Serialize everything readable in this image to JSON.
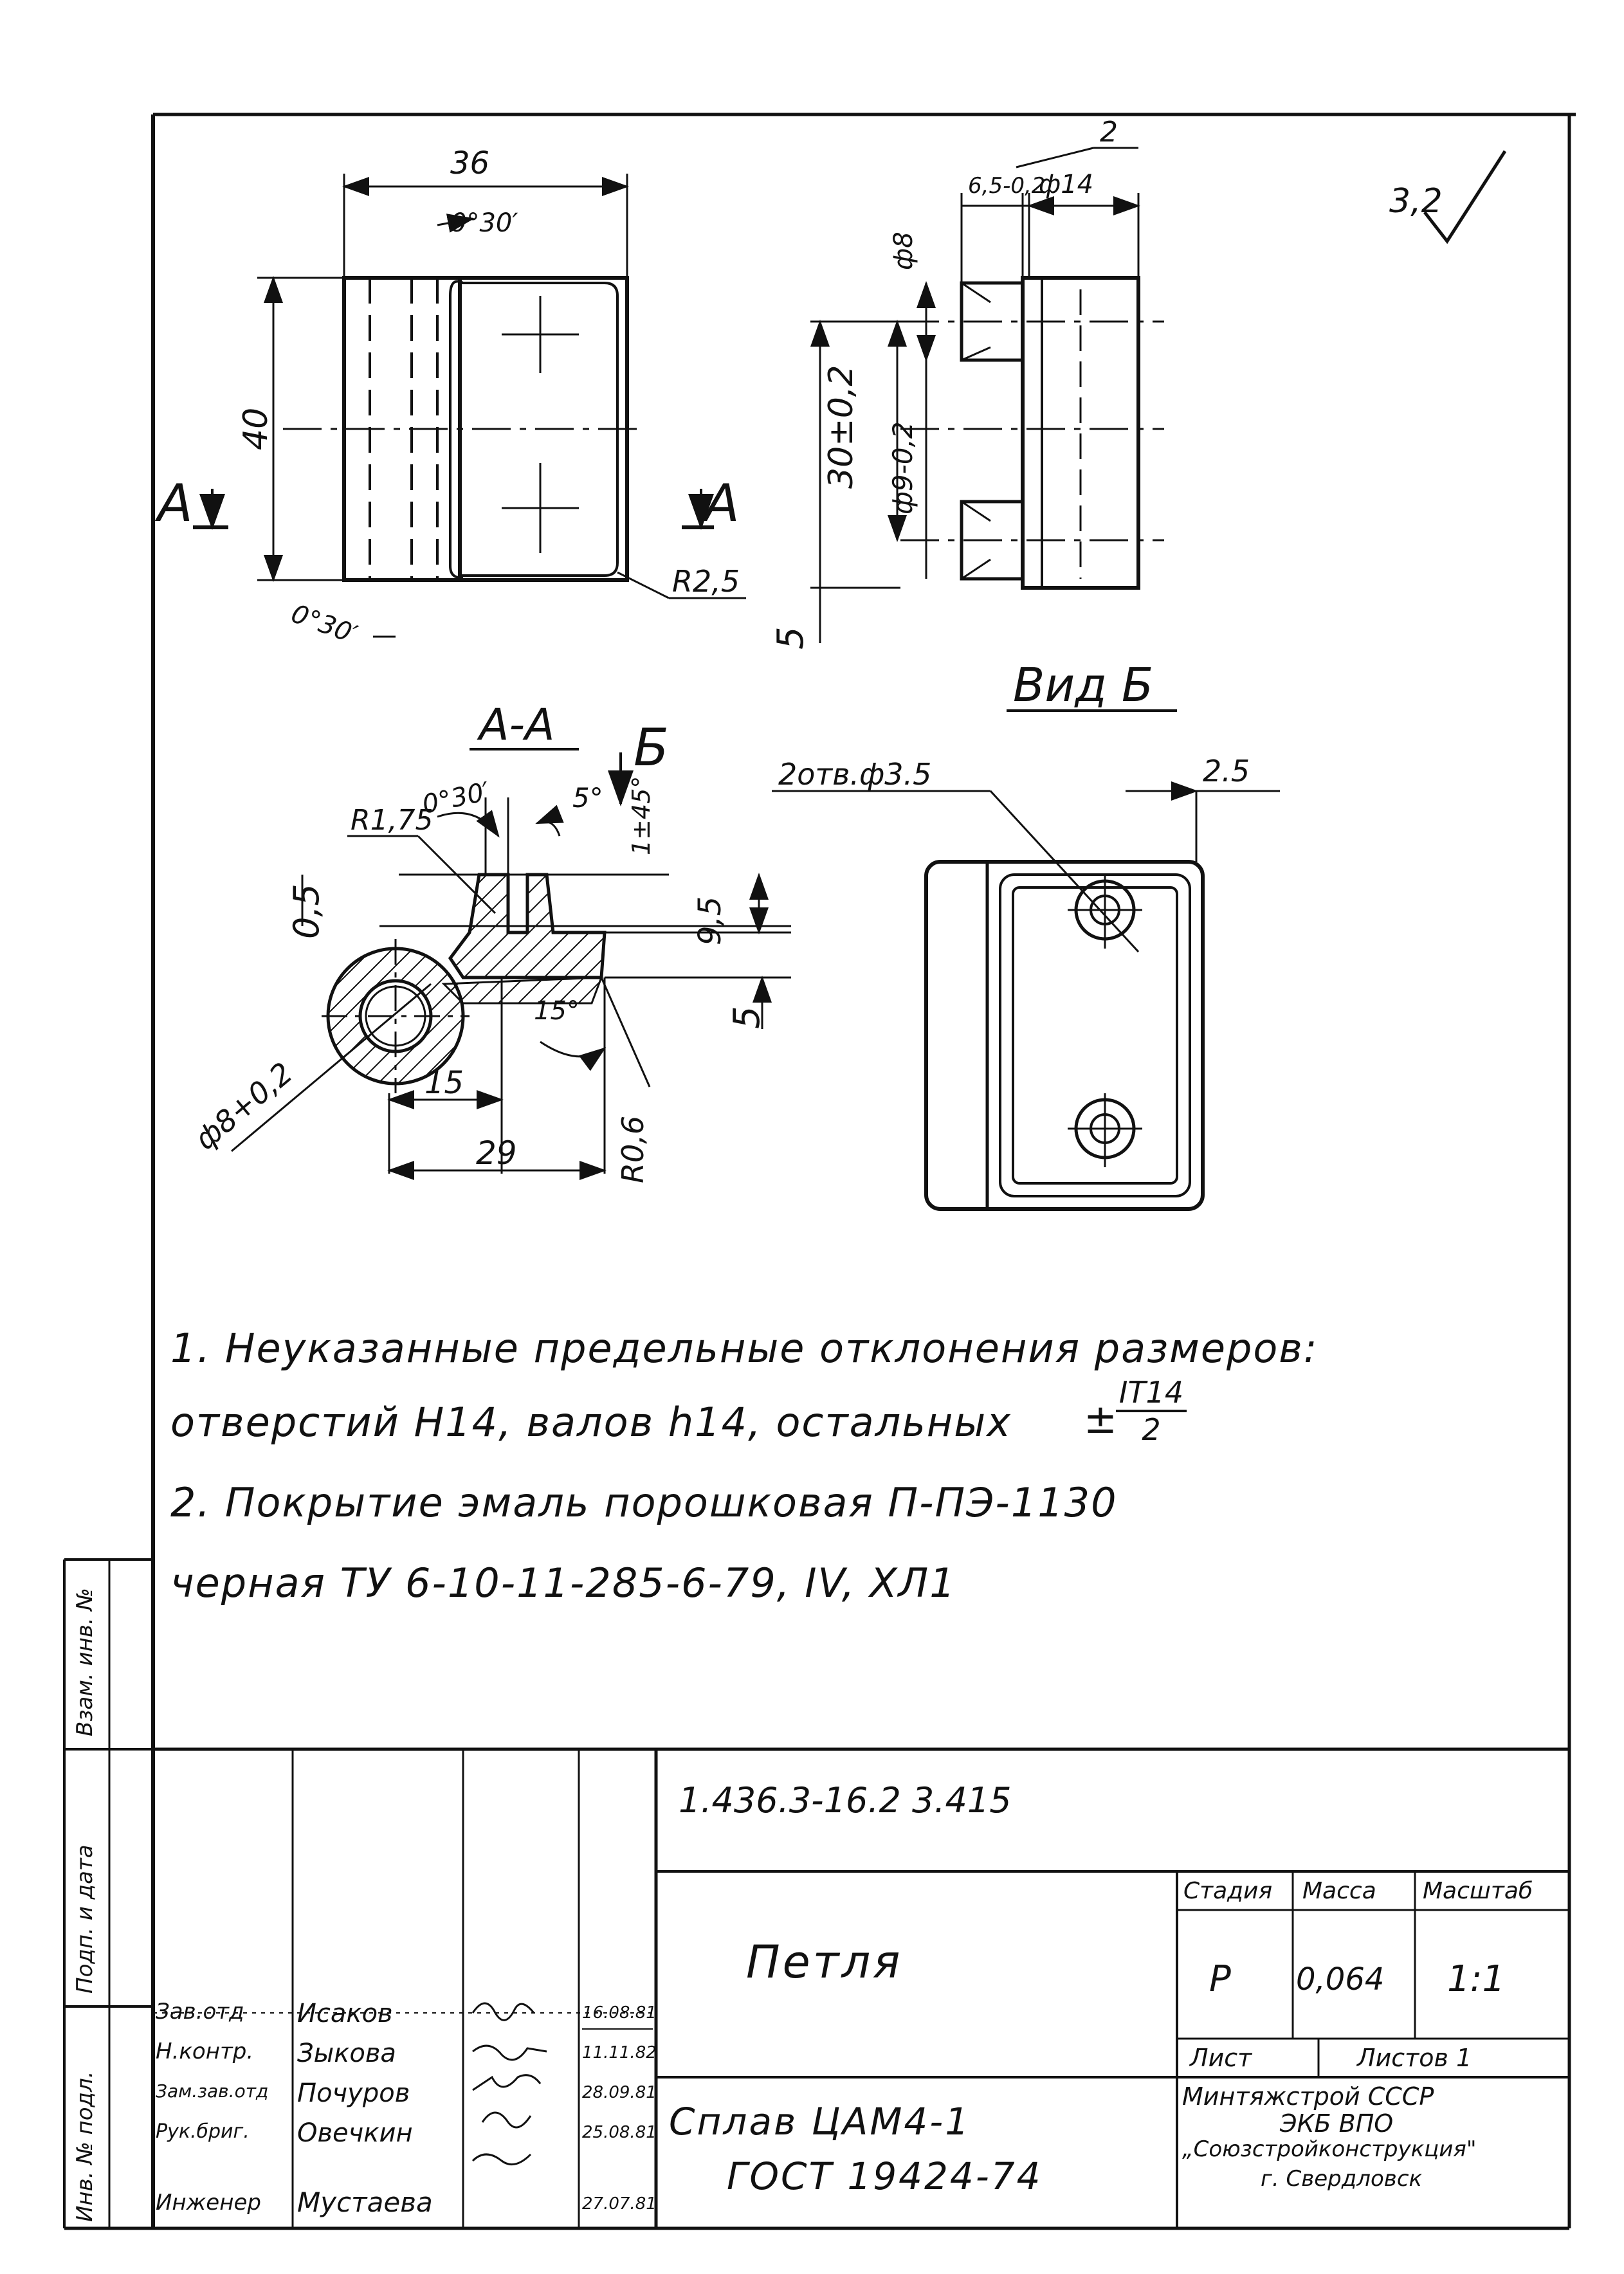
{
  "top_view": {
    "dim_width": "36",
    "dim_height": "40",
    "angle_top": "0°30′",
    "angle_bottom": "0°30′",
    "radius": "R2,5",
    "section_mark_left": "A",
    "section_mark_right": "A"
  },
  "side_view": {
    "dim_2": "2",
    "dim_65": "6,5-0,2",
    "dim_d14": "ф14",
    "dim_d8": "ф8",
    "dim_30": "30±0,2",
    "dim_d9": "ф9-0,2",
    "dim_5": "5"
  },
  "roughness": "3,2",
  "section_aa": {
    "title": "A-A",
    "view_mark": "Б",
    "angle_030": "0°30′",
    "angle_5": "5°",
    "dim_145": "1±45°",
    "radius_175": "R1,75",
    "dim_05": "0,5",
    "dim_95": "9,5",
    "dim_5": "5",
    "angle_15": "15°",
    "dim_d8": "ф8+0,2",
    "dim_15": "15",
    "radius_06": "R0,6",
    "dim_29": "29"
  },
  "view_b": {
    "title": "Вид Б",
    "holes_label": "2отв.ф3.5",
    "dim_25": "2.5"
  },
  "notes": {
    "line1": "1. Неуказанные   предельные   отклонения  размеров:",
    "line2": "отверстий  H14, валов  h14, остальных",
    "pm": "±",
    "frac_num": "IT14",
    "frac_den": "2",
    "line3": "2.  Покрытие   эмаль  порошковая  П-ПЭ-1130",
    "line4": "черная  ТУ 6-10-11-285-6-79,   IV,  ХЛ1"
  },
  "side_stamp": {
    "inv_podl": "Инв. № подл.",
    "podp_data": "Подп. и дата",
    "vzam": "Взам. инв. №"
  },
  "title_block": {
    "doc_number": "1.436.3-16.2  3.415",
    "part_name": "Петля",
    "material_line1": "Сплав  ЦАМ4-1",
    "material_line2": "ГОСТ 19424-74",
    "stage_header": "Стадия",
    "mass_header": "Масса",
    "scale_header": "Масштаб",
    "stage": "Р",
    "mass": "0,064",
    "scale": "1:1",
    "sheet_label": "Лист",
    "sheets_label": "Листов  1",
    "org_line1": "Минтяжстрой  СССР",
    "org_line2": "ЭКБ  ВПО",
    "org_line3": "„Союзстройконструкция\"",
    "org_line4": "г. Свердловск",
    "signers": [
      {
        "role": "Зав.отд",
        "name": "Исаков",
        "date": "16.08.81"
      },
      {
        "role": "Н.контр.",
        "name": "Зыкова",
        "date": "11.11.82"
      },
      {
        "role": "Зам.зав.отд",
        "name": "Почуров",
        "date": "28.09.81"
      },
      {
        "role": "Рук.бриг.",
        "name": "Овечкин",
        "date": "25.08.81"
      },
      {
        "role": "Инженер",
        "name": "Мустаева",
        "date": "27.07.81"
      }
    ]
  }
}
